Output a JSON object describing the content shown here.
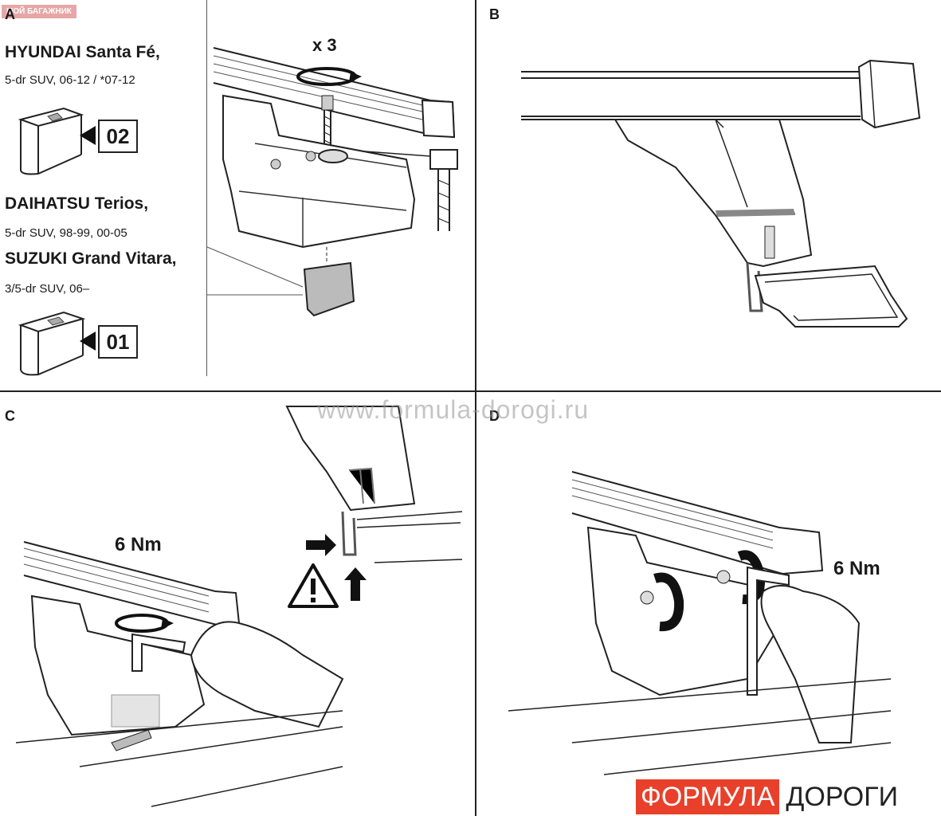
{
  "brand_tag": "МОЙ БАГАЖНИК",
  "watermark": "www.formula-dorogi.ru",
  "logo": {
    "red_part": "ФОРМУЛА",
    "black_part": "ДОРОГИ"
  },
  "panels": {
    "a": {
      "letter": "A",
      "groups": [
        {
          "title": "HYUNDAI Santa Fé,",
          "subtitle": "5-dr SUV, 06-12 / *07-12",
          "part": "02"
        },
        {
          "title": "DAIHATSU Terios,",
          "subtitle": "5-dr SUV, 98-99, 00-05"
        },
        {
          "title": "SUZUKI Grand Vitara,",
          "subtitle": "3/5-dr SUV, 06–",
          "part": "01"
        }
      ],
      "repeat_label": "x 3"
    },
    "b": {
      "letter": "B"
    },
    "c": {
      "letter": "C",
      "torque": "6 Nm"
    },
    "d": {
      "letter": "D",
      "torque": "6 Nm"
    }
  }
}
